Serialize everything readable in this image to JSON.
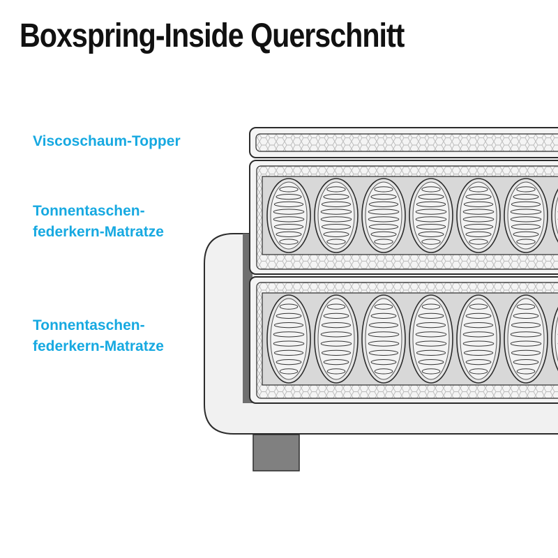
{
  "title": "Boxspring-Inside Querschnitt",
  "colors": {
    "accent": "#17a9e1",
    "outline": "#2b2b2b",
    "fill_light": "#f2f2f2",
    "fill_mid": "#dcdcdc",
    "leg": "#808080",
    "foam_pattern": "#bdbdbd"
  },
  "labels": {
    "topper": "Viscoschaum-Topper",
    "mattress1_line1": "Tonnentaschen-",
    "mattress1_line2": "federkern-Matratze",
    "mattress2_line1": "Tonnentaschen-",
    "mattress2_line2": "federkern-Matratze"
  },
  "layers": [
    {
      "name": "Viscoschaum-Topper",
      "kind": "foam"
    },
    {
      "name": "Tonnentaschen-federkern-Matratze",
      "kind": "pocket-spring",
      "visible_pockets": 7
    },
    {
      "name": "Tonnentaschen-federkern-Matratze",
      "kind": "pocket-spring",
      "visible_pockets": 7
    }
  ]
}
